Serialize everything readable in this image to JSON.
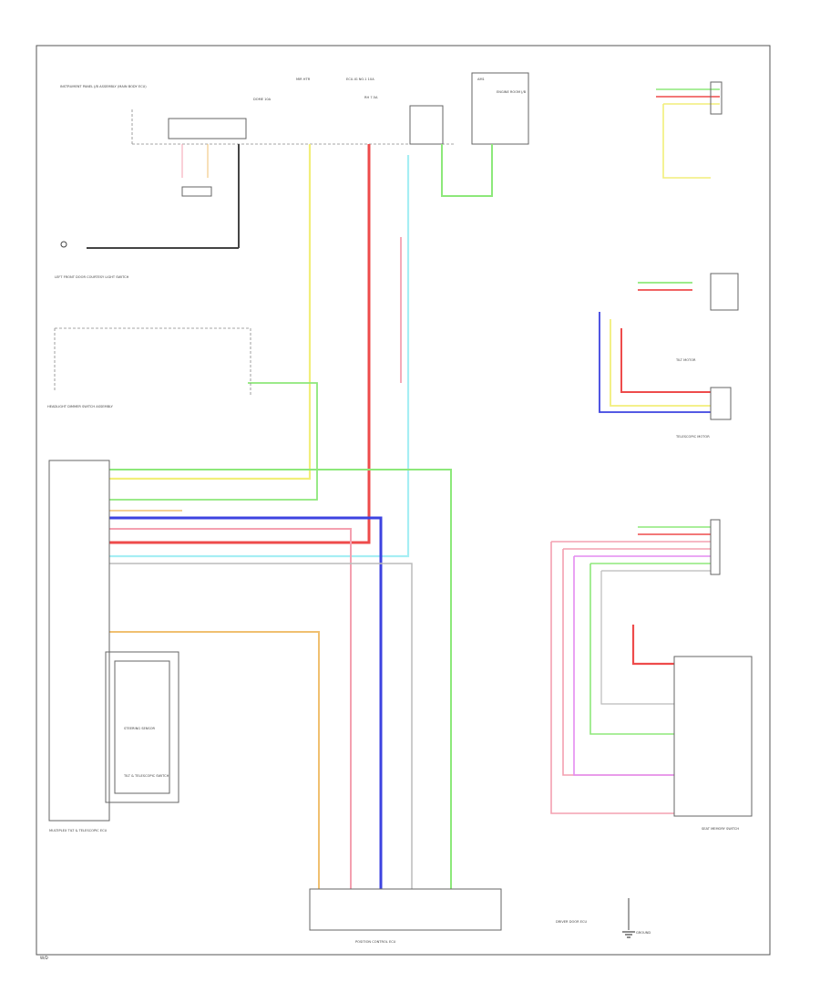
{
  "diagram": {
    "components": {
      "instrument_panel": "INSTRUMENT PANEL J/B ASSEMBLY (MAIN BODY ECU)",
      "fuse_dome": "DOME 10A",
      "fuse_mirror": "MIR HTR",
      "fuse_ecu_ig": "ECU-IG NO.1 10A",
      "fuse_rh": "RH 7.5A",
      "fuse_am1": "AM1",
      "engine_room_jb": "ENGINE ROOM J/B",
      "courtesy_switch_lf": "LEFT FRONT DOOR COURTESY LIGHT SWITCH",
      "light_switch": "HEADLIGHT DIMMER SWITCH ASSEMBLY",
      "multiplex_switch": "MULTIPLEX TILT & TELESCOPIC ECU",
      "steering_sensor": "STEERING SENSOR",
      "tilt_motor": "TILT MOTOR",
      "telescopic_motor": "TELESCOPIC MOTOR",
      "seat_memory_switch": "SEAT MEMORY SWITCH",
      "position_control_ecu": "POSITION CONTROL ECU",
      "driver_door_ecu": "DRIVER DOOR ECU",
      "tilt_telescopic_switch": "TILT & TELESCOPIC SWITCH",
      "ground": "GROUND"
    },
    "wire_colors": {
      "yellow": "#f2ee7a",
      "red": "#ee4b4b",
      "pink": "#f4a0b0",
      "cyan": "#a6eef4",
      "green": "#8de87a",
      "blue": "#3d43e0",
      "orange": "#f0c070",
      "violet": "#e48cf0",
      "black": "#444444",
      "gray": "#bbbbbb"
    },
    "footer": "W/D"
  }
}
